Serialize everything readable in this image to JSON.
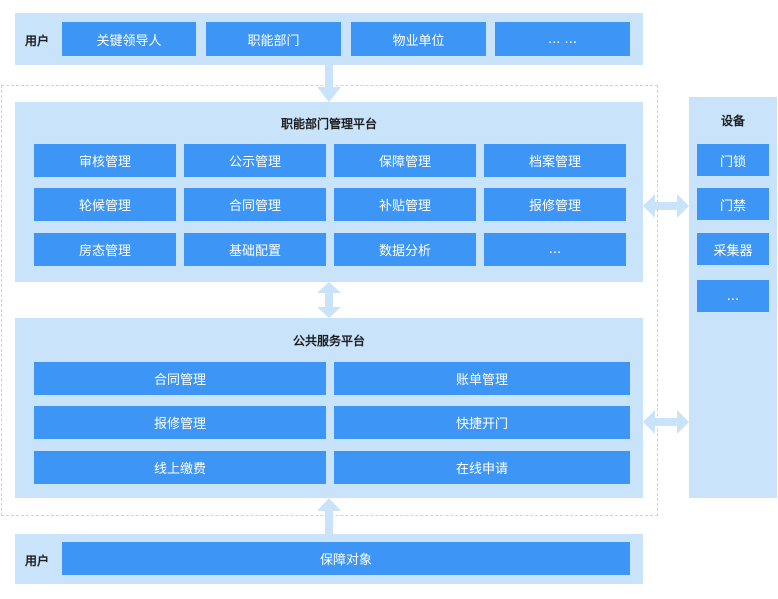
{
  "colors": {
    "panel": "#c9e3fb",
    "button": "#3d95f5",
    "arrow": "#c9e3fb",
    "dashed": "#c9d4e0"
  },
  "top_user": {
    "label": "用户",
    "items": [
      "关键领导人",
      "职能部门",
      "物业单位",
      "... ..."
    ]
  },
  "dept_platform": {
    "title": "职能部门管理平台",
    "items": [
      "审核管理",
      "公示管理",
      "保障管理",
      "档案管理",
      "轮候管理",
      "合同管理",
      "补贴管理",
      "报修管理",
      "房态管理",
      "基础配置",
      "数据分析",
      "..."
    ]
  },
  "public_platform": {
    "title": "公共服务平台",
    "items": [
      "合同管理",
      "账单管理",
      "报修管理",
      "快捷开门",
      "线上缴费",
      "在线申请"
    ]
  },
  "devices": {
    "title": "设备",
    "items": [
      "门锁",
      "门禁",
      "采集器",
      "..."
    ]
  },
  "bottom_user": {
    "label": "用户",
    "item": "保障对象"
  }
}
